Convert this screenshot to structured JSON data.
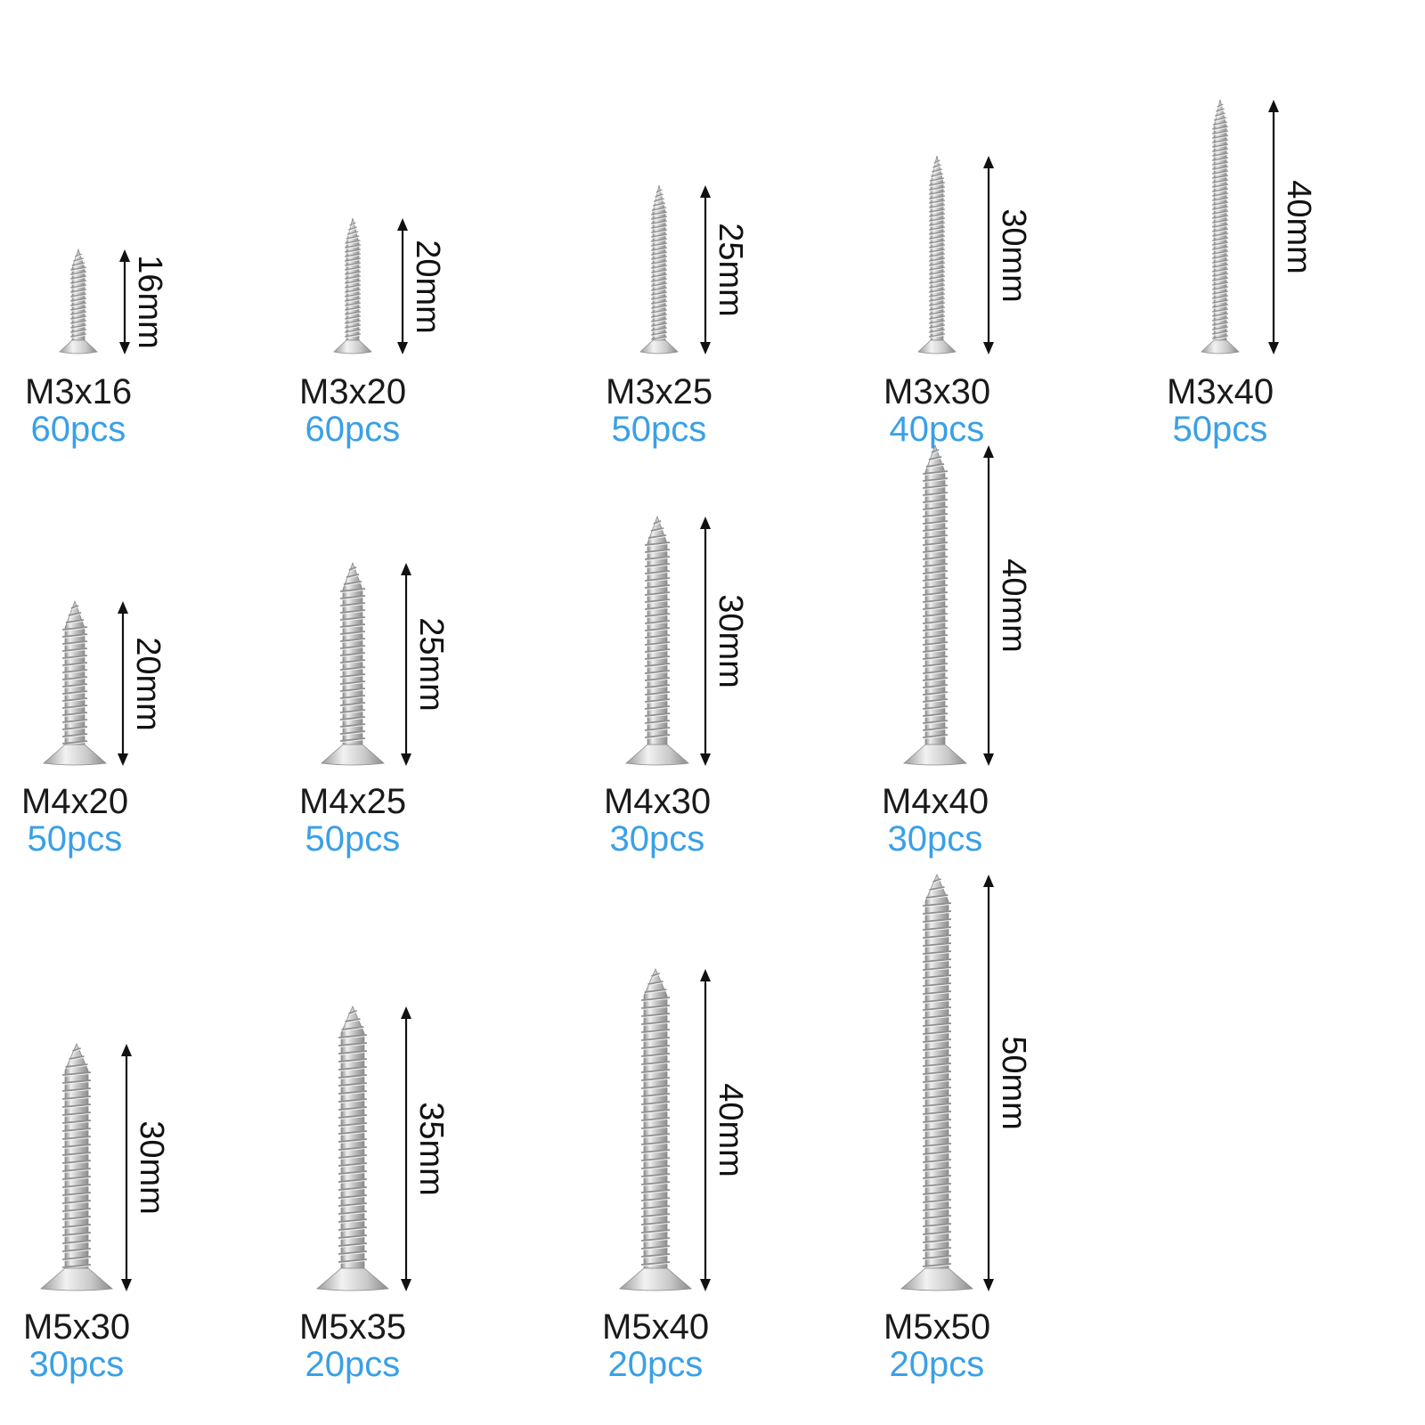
{
  "colors": {
    "background": "#ffffff",
    "size_text": "#1a1a1a",
    "quantity_text": "#3aa0e6",
    "dimension_line": "#111111",
    "screw_metal_light": "#eeeeee",
    "screw_metal_mid": "#c4c4c4",
    "screw_metal_dark": "#8c8c8c"
  },
  "icon": "countersunk-self-tapping-screw",
  "screws": [
    {
      "size": "M3x16",
      "qty": "60pcs",
      "length_label": "16mm",
      "diameter": 3,
      "length": 16
    },
    {
      "size": "M3x20",
      "qty": "60pcs",
      "length_label": "20mm",
      "diameter": 3,
      "length": 20
    },
    {
      "size": "M3x25",
      "qty": "50pcs",
      "length_label": "25mm",
      "diameter": 3,
      "length": 25
    },
    {
      "size": "M3x30",
      "qty": "40pcs",
      "length_label": "30mm",
      "diameter": 3,
      "length": 30
    },
    {
      "size": "M3x40",
      "qty": "50pcs",
      "length_label": "40mm",
      "diameter": 3,
      "length": 40
    },
    {
      "size": "M4x20",
      "qty": "50pcs",
      "length_label": "20mm",
      "diameter": 4,
      "length": 20
    },
    {
      "size": "M4x25",
      "qty": "50pcs",
      "length_label": "25mm",
      "diameter": 4,
      "length": 25
    },
    {
      "size": "M4x30",
      "qty": "30pcs",
      "length_label": "30mm",
      "diameter": 4,
      "length": 30
    },
    {
      "size": "M4x40",
      "qty": "30pcs",
      "length_label": "40mm",
      "diameter": 4,
      "length": 40
    },
    {
      "size": "M5x30",
      "qty": "30pcs",
      "length_label": "30mm",
      "diameter": 5,
      "length": 30
    },
    {
      "size": "M5x35",
      "qty": "20pcs",
      "length_label": "35mm",
      "diameter": 5,
      "length": 35
    },
    {
      "size": "M5x40",
      "qty": "20pcs",
      "length_label": "40mm",
      "diameter": 5,
      "length": 40
    },
    {
      "size": "M5x50",
      "qty": "20pcs",
      "length_label": "50mm",
      "diameter": 5,
      "length": 50
    }
  ]
}
